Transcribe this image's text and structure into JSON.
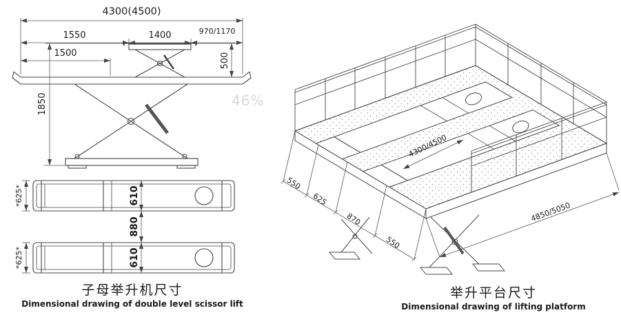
{
  "watermark": "46%",
  "side_view": {
    "dims": {
      "total_width": "4300(4500)",
      "left_span": "1550",
      "upper_platform": "1400",
      "right_span": "970/1170",
      "inner_left": "1500",
      "upper_lift_height": "500",
      "lift_height": "1850"
    }
  },
  "top_view": {
    "dims": {
      "track1_width_outer": "*625*",
      "track1_width": "610",
      "track_gap": "880",
      "track2_width": "610",
      "track2_width_outer": "*625*"
    }
  },
  "iso_view": {
    "dims": {
      "platform_length": "4300/4500",
      "overall_length": "4850/5050",
      "seg1": "550",
      "seg2": "625",
      "seg3": "870",
      "seg4": "550"
    }
  },
  "captions": {
    "left_zh": "子母举升机尺寸",
    "left_en": "Dimensional drawing of double level scissor lift",
    "right_zh": "举升平台尺寸",
    "right_en": "Dimensional drawing of lifting platform"
  }
}
